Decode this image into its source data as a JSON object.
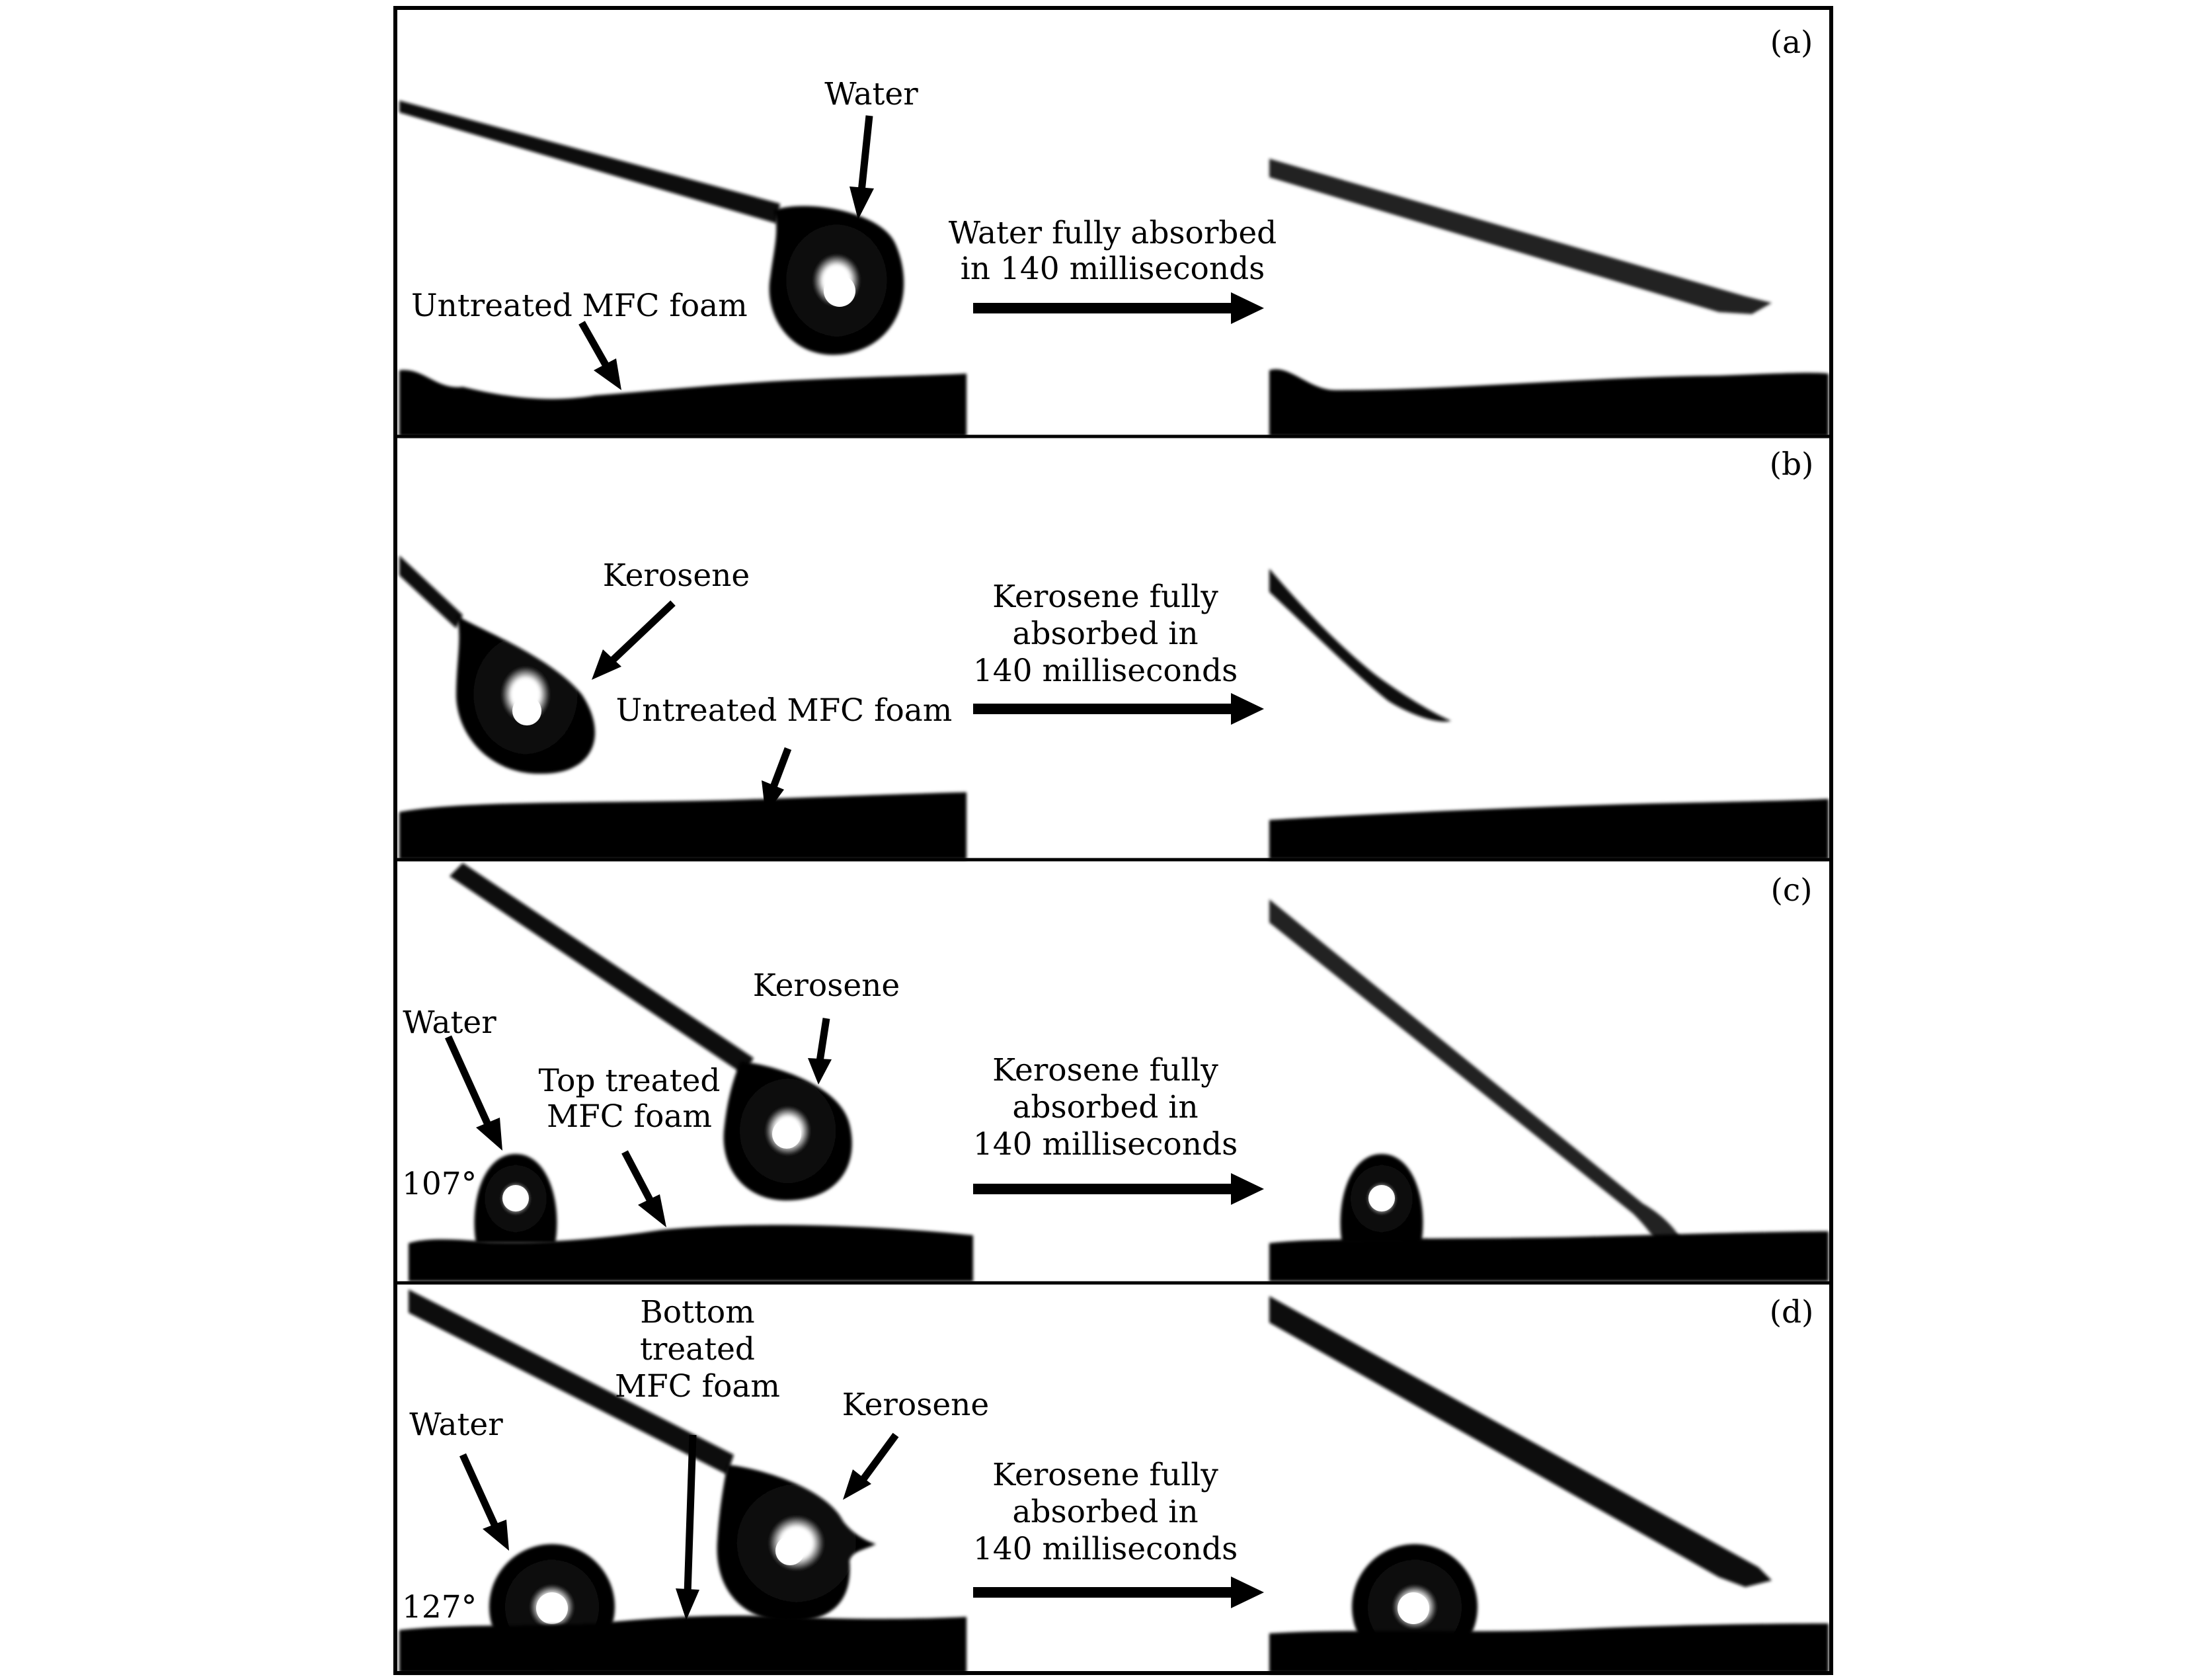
{
  "colors": {
    "ink": "#000000",
    "paper": "#ffffff",
    "divider": "#1a1a1a"
  },
  "panels": [
    {
      "tag": "(a)",
      "liquid_label": "Water",
      "foam_label": "Untreated MFC foam",
      "transition": [
        "Water fully absorbed",
        "in 140 milliseconds"
      ]
    },
    {
      "tag": "(b)",
      "liquid_label": "Kerosene",
      "foam_label": "Untreated MFC foam",
      "transition": [
        "Kerosene fully",
        "absorbed in",
        "140 milliseconds"
      ]
    },
    {
      "tag": "(c)",
      "water_label": "Water",
      "liquid_label": "Kerosene",
      "foam_label": [
        "Top treated",
        "MFC foam"
      ],
      "angle": "107°",
      "transition": [
        "Kerosene fully",
        "absorbed in",
        "140 milliseconds"
      ]
    },
    {
      "tag": "(d)",
      "water_label": "Water",
      "liquid_label": "Kerosene",
      "foam_label": [
        "Bottom",
        "treated",
        "MFC foam"
      ],
      "angle": "127°",
      "transition": [
        "Kerosene fully",
        "absorbed in",
        "140 milliseconds"
      ]
    }
  ]
}
